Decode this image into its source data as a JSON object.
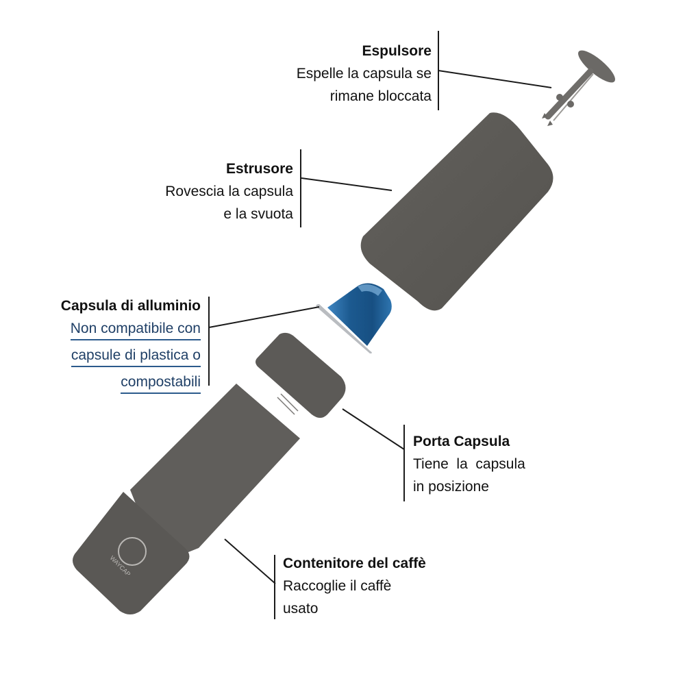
{
  "diagram": {
    "colors": {
      "body_gray": "#5e5c59",
      "body_gray_dark": "#4f4d4a",
      "capsule_blue": "#1e5b8e",
      "link_blue": "#1f3f66",
      "line": "#1a1a1a"
    },
    "parts": [
      {
        "id": "espulsore",
        "title": "Espulsore",
        "desc_lines": [
          "Espelle la capsula se",
          "rimane bloccata"
        ]
      },
      {
        "id": "estrusore",
        "title": "Estrusore",
        "desc_lines": [
          "Rovescia la capsula",
          "e la svuota"
        ]
      },
      {
        "id": "capsula",
        "title": "Capsula di alluminio",
        "desc_lines": [
          "Non compatibile con",
          "capsule di plastica o",
          "compostabili"
        ]
      },
      {
        "id": "porta-capsula",
        "title": "Porta Capsula",
        "desc_lines": [
          "Tiene  la  capsula",
          "in posizione"
        ]
      },
      {
        "id": "contenitore",
        "title": "Contenitore del caffè",
        "desc_lines": [
          "Raccoglie il caffè",
          "usato"
        ]
      }
    ],
    "logo": {
      "brand": "WAYCAP"
    }
  }
}
